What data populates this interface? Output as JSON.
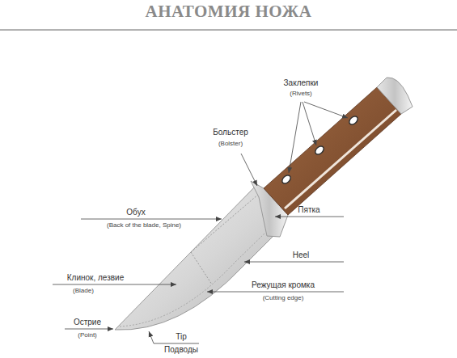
{
  "diagram": {
    "title": "АНАТОМИЯ НОЖА",
    "labels": [
      "Заклепки",
      "(Rivets)",
      "Больстер",
      "(Bolster)",
      "Обух",
      "(Back of the blade, Spine)",
      "Пятка",
      "Heel",
      "Клинок, лезвие",
      "(Blade)",
      "Режущая кромка",
      "(Cutting edge)",
      "Острие",
      "(Point)",
      "Tip",
      "Подводы"
    ]
  }
}
